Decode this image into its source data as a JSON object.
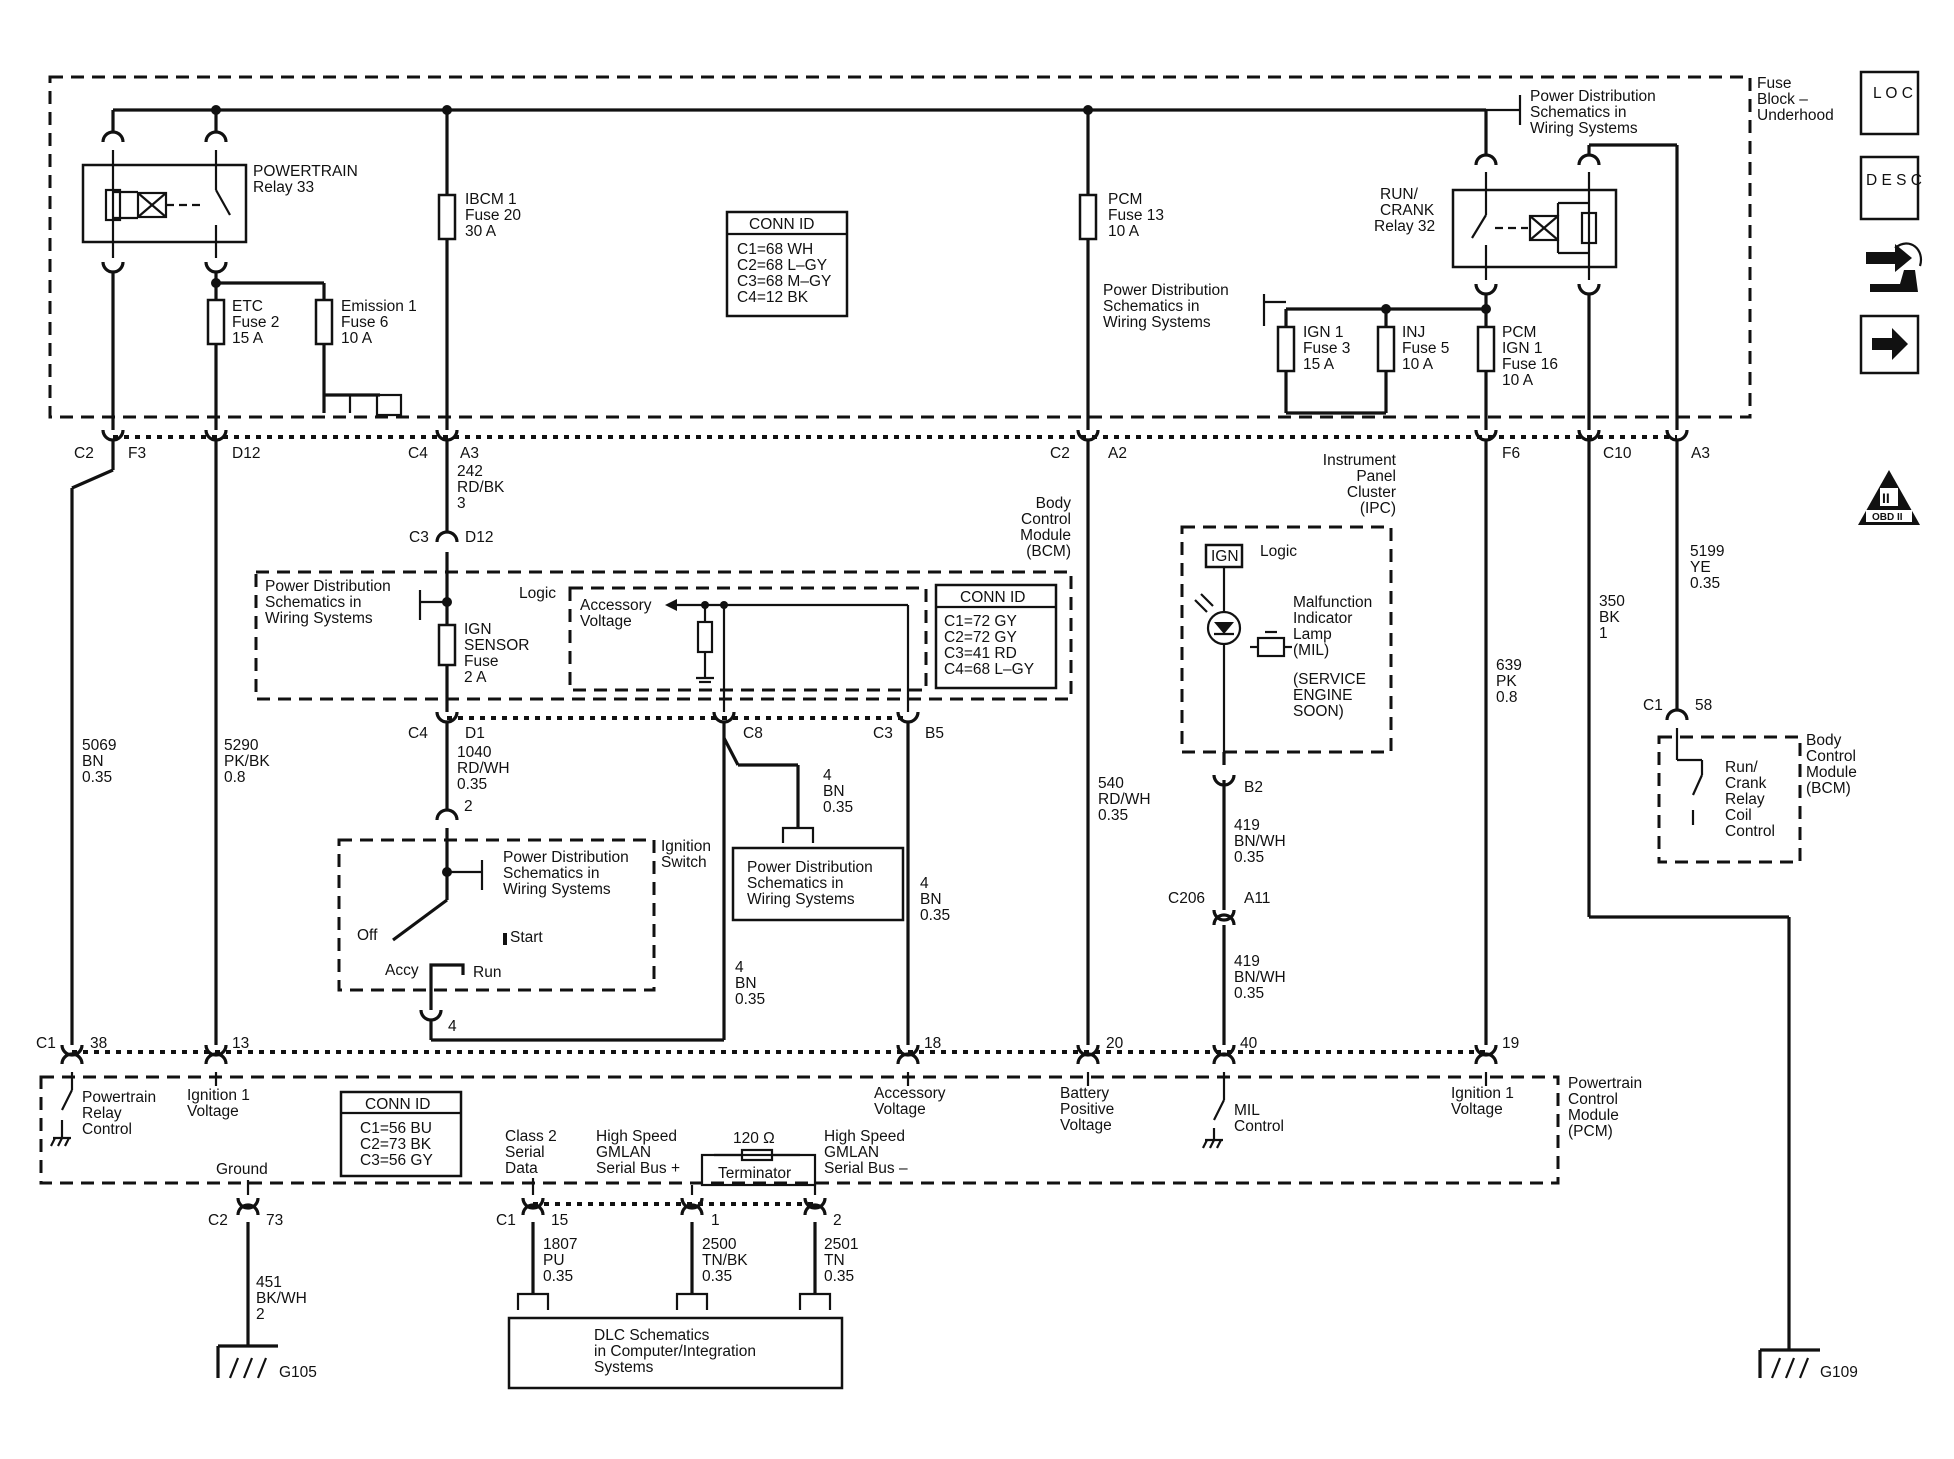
{
  "fuse_block": {
    "title": [
      "Fuse",
      "Block –",
      "Underhood"
    ]
  },
  "powertrain_relay": {
    "label": [
      "POWERTRAIN",
      "Relay 33"
    ]
  },
  "fuses": {
    "etc": [
      "ETC",
      "Fuse 2",
      "15 A"
    ],
    "emission": [
      "Emission 1",
      "Fuse 6",
      "10 A"
    ],
    "ibcm": [
      "IBCM 1",
      "Fuse 20",
      "30 A"
    ],
    "pcm": [
      "PCM",
      "Fuse 13",
      "10 A"
    ],
    "ign1": [
      "IGN 1",
      "Fuse 3",
      "15 A"
    ],
    "inj": [
      "INJ",
      "Fuse 5",
      "10 A"
    ],
    "pcm_ign": [
      "PCM",
      "IGN 1",
      "Fuse 16",
      "10 A"
    ],
    "ign_sensor": [
      "IGN",
      "SENSOR",
      "Fuse",
      "2 A"
    ]
  },
  "run_crank_relay": {
    "label": [
      "RUN/",
      "CRANK",
      "Relay 32"
    ]
  },
  "power_dist_ref": [
    "Power Distribution",
    "Schematics in",
    "Wiring Systems"
  ],
  "conn_fuse_block": {
    "title": "CONN ID",
    "rows": [
      "C1=68 WH",
      "C2=68 L–GY",
      "C3=68 M–GY",
      "C4=12 BK"
    ]
  },
  "conn_bcm": {
    "title": "CONN ID",
    "rows": [
      "C1=72 GY",
      "C2=72 GY",
      "C3=41 RD",
      "C4=68 L–GY"
    ]
  },
  "conn_pcm": {
    "title": "CONN ID",
    "rows": [
      "C1=56 BU",
      "C2=73 BK",
      "C3=56 GY"
    ]
  },
  "connectors_top": [
    {
      "conn": "C2",
      "pin": "F3"
    },
    {
      "conn": "",
      "pin": "D12"
    },
    {
      "conn": "C4",
      "pin": "A3"
    },
    {
      "conn": "C2",
      "pin": "A2"
    },
    {
      "conn": "",
      "pin": "F6"
    },
    {
      "conn": "",
      "pin": "C10"
    },
    {
      "conn": "",
      "pin": "A3"
    }
  ],
  "bcm": {
    "title": [
      "Body",
      "Control",
      "Module",
      "(BCM)"
    ],
    "logic": "Logic",
    "accessory_voltage": [
      "Accessory",
      "Voltage"
    ],
    "c3_d12": {
      "conn": "C3",
      "pin": "D12"
    },
    "c4_d1": {
      "conn": "C4",
      "pin": "D1"
    },
    "c8": "C8",
    "c3_b5": {
      "conn": "C3",
      "pin": "B5"
    }
  },
  "bcm2": {
    "title": [
      "Body",
      "Control",
      "Module",
      "(BCM)"
    ],
    "conn": "C1",
    "pin": "58",
    "func": [
      "Run/",
      "Crank",
      "Relay",
      "Coil",
      "Control"
    ]
  },
  "ignition_switch": {
    "title": [
      "Ignition",
      "Switch"
    ],
    "pin_top": "2",
    "pin_bottom": "4",
    "off": "Off",
    "start": "Start",
    "accy": "Accy",
    "run": "Run"
  },
  "ipc": {
    "title": [
      "Instrument",
      "Panel",
      "Cluster",
      "(IPC)"
    ],
    "ign": "IGN",
    "logic": "Logic",
    "mil": [
      "Malfunction",
      "Indicator",
      "Lamp",
      "(MIL)"
    ],
    "service": [
      "(SERVICE",
      "ENGINE",
      "SOON)"
    ],
    "pin": "B2"
  },
  "inline_connector": {
    "name": "C206",
    "pin": "A11"
  },
  "wires": {
    "w5069": [
      "5069",
      "BN",
      "0.35"
    ],
    "w5290": [
      "5290",
      "PK/BK",
      "0.8"
    ],
    "w242": [
      "242",
      "RD/BK",
      "3"
    ],
    "w1040": [
      "1040",
      "RD/WH",
      "0.35"
    ],
    "w4a": [
      "4",
      "BN",
      "0.35"
    ],
    "w4b": [
      "4",
      "BN",
      "0.35"
    ],
    "w4c": [
      "4",
      "BN",
      "0.35"
    ],
    "w540": [
      "540",
      "RD/WH",
      "0.35"
    ],
    "w419a": [
      "419",
      "BN/WH",
      "0.35"
    ],
    "w419b": [
      "419",
      "BN/WH",
      "0.35"
    ],
    "w639": [
      "639",
      "PK",
      "0.8"
    ],
    "w350": [
      "350",
      "BK",
      "1"
    ],
    "w5199": [
      "5199",
      "YE",
      "0.35"
    ],
    "w451": [
      "451",
      "BK/WH",
      "2"
    ],
    "w1807": [
      "1807",
      "PU",
      "0.35"
    ],
    "w2500": [
      "2500",
      "TN/BK",
      "0.35"
    ],
    "w2501": [
      "2501",
      "TN",
      "0.35"
    ]
  },
  "pcm": {
    "title": [
      "Powertrain",
      "Control",
      "Module",
      "(PCM)"
    ],
    "c1": "C1",
    "pins": [
      "38",
      "13",
      "18",
      "20",
      "40",
      "19"
    ],
    "funcs": {
      "relay": [
        "Powertrain",
        "Relay",
        "Control"
      ],
      "ign1a": [
        "Ignition 1",
        "Voltage"
      ],
      "acc": [
        "Accessory",
        "Voltage"
      ],
      "batt": [
        "Battery",
        "Positive",
        "Voltage"
      ],
      "mil": [
        "MIL",
        "Control"
      ],
      "ign1b": [
        "Ignition 1",
        "Voltage"
      ],
      "class2": [
        "Class 2",
        "Serial",
        "Data"
      ],
      "hs_plus": [
        "High Speed",
        "GMLAN",
        "Serial Bus +"
      ],
      "hs_minus": [
        "High Speed",
        "GMLAN",
        "Serial Bus –"
      ]
    },
    "terminator": "Terminator",
    "ohm": "120 Ω",
    "ground": "Ground",
    "ground_conn": {
      "conn": "C2",
      "pin": "73"
    },
    "dlc_conn": {
      "conn": "C1",
      "pins": [
        "15",
        "1",
        "2"
      ]
    }
  },
  "dlc": {
    "label": [
      "DLC Schematics",
      "in Computer/Integration",
      "Systems"
    ]
  },
  "grounds": {
    "g105": "G105",
    "g109": "G109"
  },
  "icons": {
    "loc": "L O C",
    "desc": "D E S C",
    "obd": "OBD II",
    "obd_numeral": "II"
  }
}
